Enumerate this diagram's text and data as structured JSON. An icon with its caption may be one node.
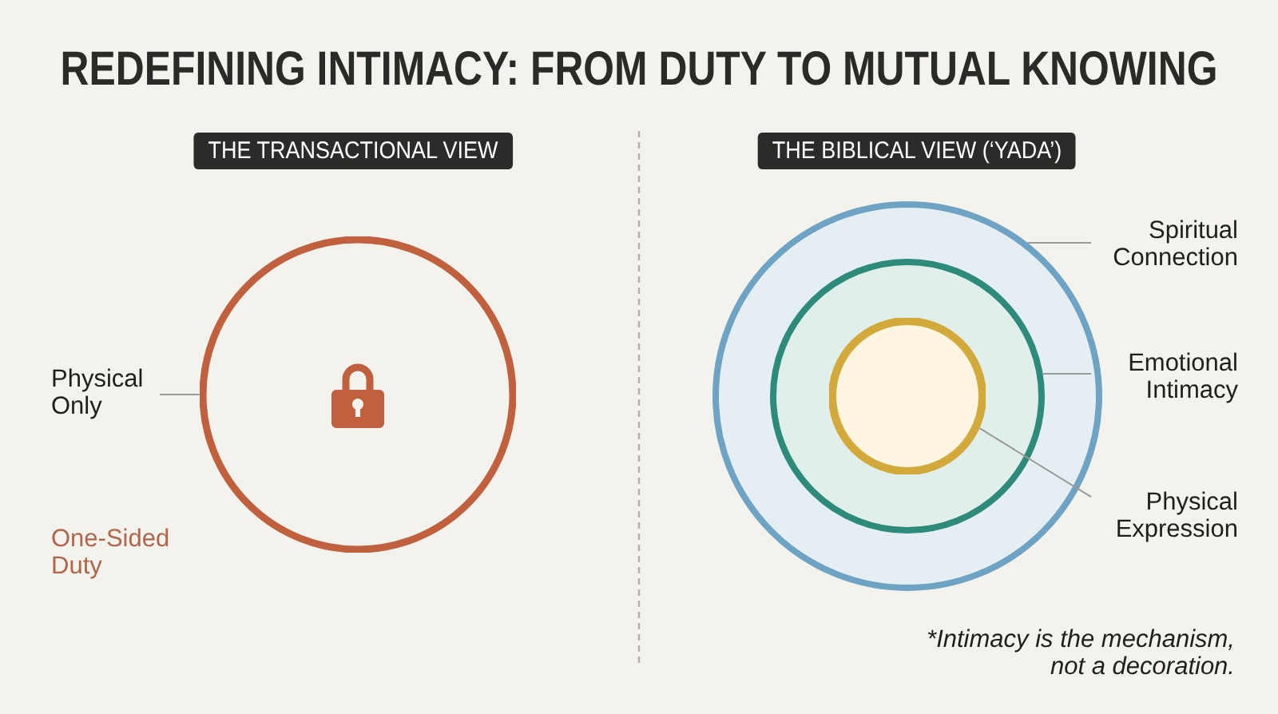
{
  "diagram": {
    "title": "REDEFINING INTIMACY: FROM DUTY TO MUTUAL KNOWING",
    "nodes": [
      {
        "text": [
          "THE TRANSACTIONAL VIEW"
        ]
      },
      {
        "text": [
          "THE BIBLICAL VIEW (‘YADA’)"
        ]
      },
      {
        "text": [
          "Physical Only"
        ]
      },
      {
        "text": [],
        "shape": "circle"
      },
      {
        "text": [],
        "shape": "circle"
      },
      {
        "text": [],
        "shape": "circle",
        "in": 4
      },
      {
        "text": [],
        "shape": "circle",
        "in": 5
      },
      {
        "text": [
          "Spiritual Connection"
        ]
      },
      {
        "text": [
          "Emotional Intimacy"
        ]
      },
      {
        "text": [
          "Physical Expression"
        ]
      }
    ],
    "edges": [
      {
        "from": 2,
        "to": 3,
        "arrow": "none"
      },
      {
        "from": 7,
        "to": 4,
        "arrow": "none"
      },
      {
        "from": 8,
        "to": 5,
        "arrow": "none"
      },
      {
        "from": 9,
        "to": 6,
        "arrow": "none"
      }
    ],
    "labels": [
      "One-Sided Duty",
      "*Intimacy is the mechanism, not a decoration."
    ]
  }
}
